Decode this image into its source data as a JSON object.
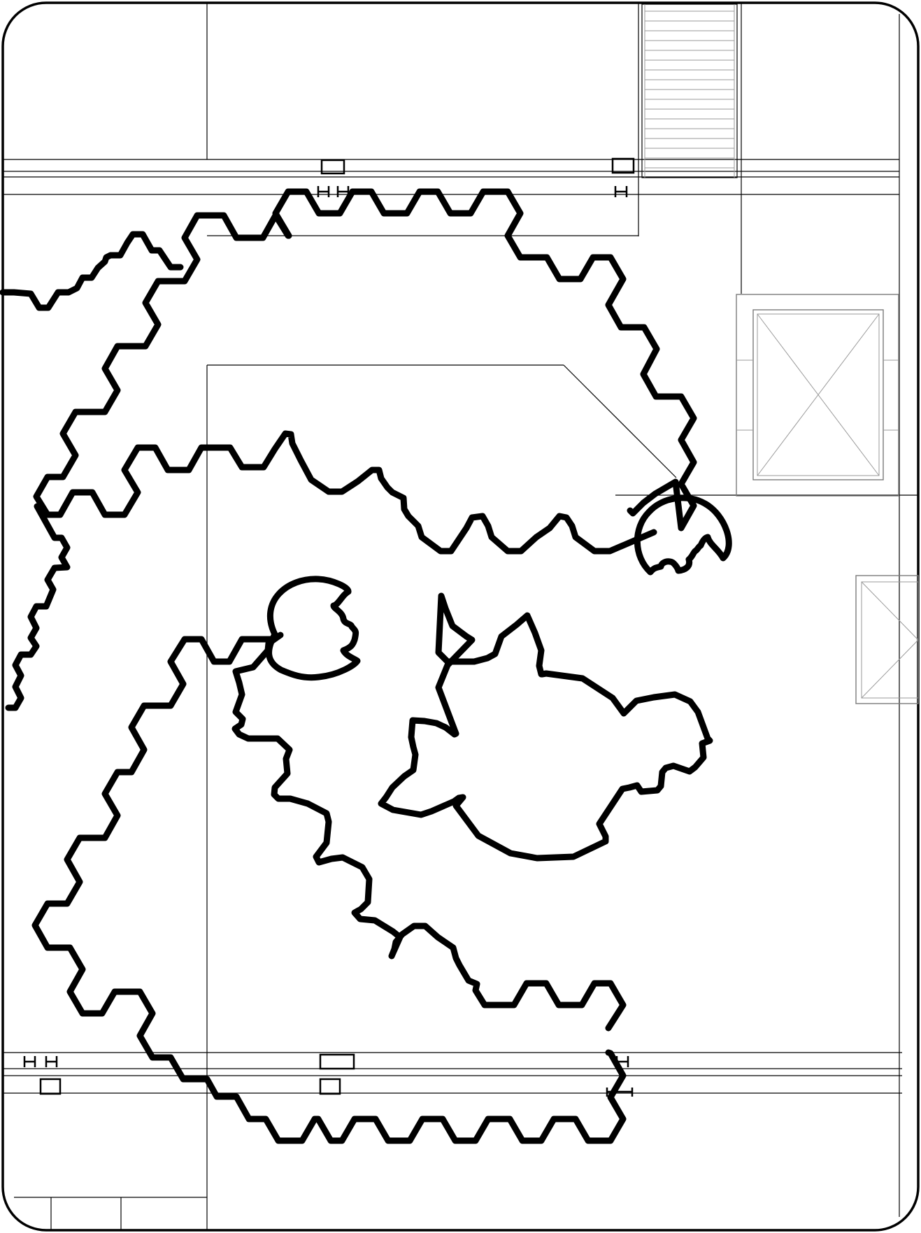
{
  "drawing": {
    "background": "#ffffff",
    "line_color": "#000000",
    "secondary_line_color": "#7a7a7a",
    "elements": [
      "page-frame",
      "grid-lines",
      "staircase",
      "opening-panels",
      "boundary-outlines",
      "loop-shapes",
      "irregular-shapes",
      "fixture-markers"
    ]
  }
}
